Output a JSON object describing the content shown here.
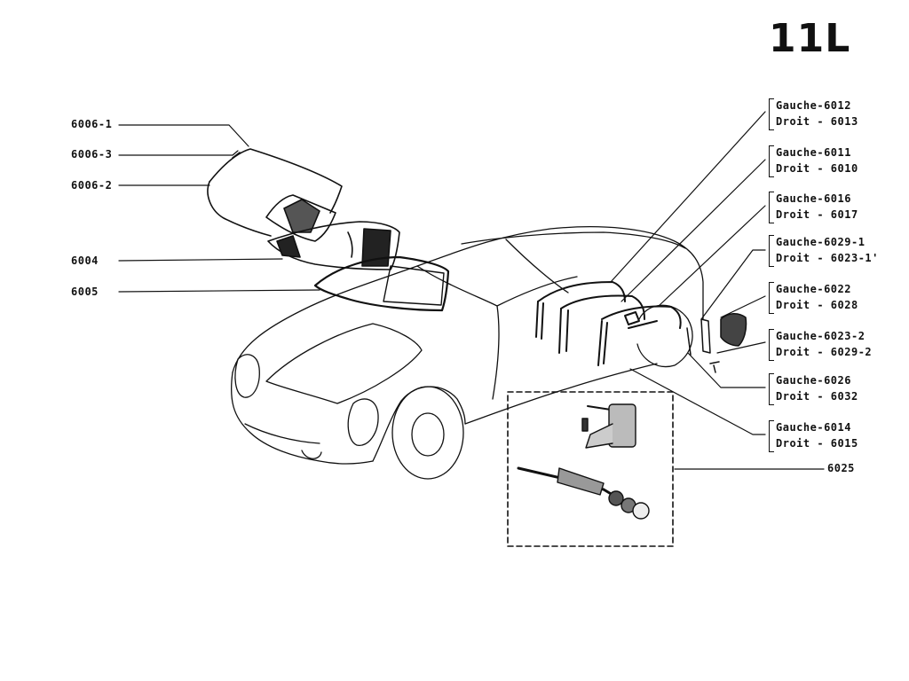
{
  "page_number": "11L",
  "left_callouts": [
    {
      "code": "6006-1"
    },
    {
      "code": "6006-3"
    },
    {
      "code": "6006-2"
    },
    {
      "code": "6004"
    },
    {
      "code": "6005"
    }
  ],
  "right_callouts": [
    {
      "gauche": "Gauche-6012",
      "droit": "Droit  -  6013"
    },
    {
      "gauche": "Gauche-6011",
      "droit": "Droit  -  6010"
    },
    {
      "gauche": "Gauche-6016",
      "droit": "Droit  -  6017"
    },
    {
      "gauche": "Gauche-6029-1",
      "droit": "Droit  -  6023-1'"
    },
    {
      "gauche": "Gauche-6022",
      "droit": "Droit  -  6028"
    },
    {
      "gauche": "Gauche-6023-2",
      "droit": "Droit  -  6029-2"
    },
    {
      "gauche": "Gauche-6026",
      "droit": "Droit  -  6032"
    },
    {
      "gauche": "Gauche-6014",
      "droit": "Droit  -  6015"
    }
  ],
  "bottom_callout": {
    "code": "6025"
  }
}
